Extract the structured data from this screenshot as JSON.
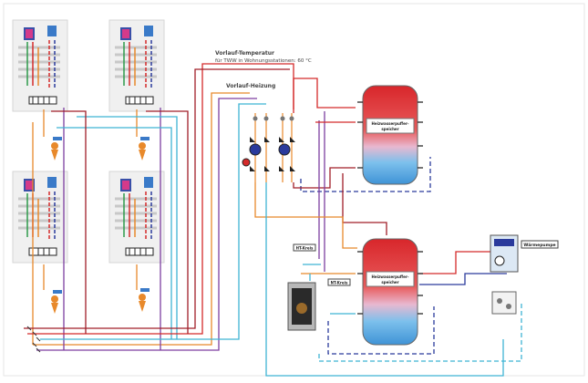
{
  "labels": {
    "vorlauf_temp_line1": "Vorlauf-Temperatur",
    "vorlauf_temp_line2": "für TWW in Wohnungsstationen: 60 °C",
    "vorlauf_heizung": "Vorlauf-Heizung",
    "speicher_top_line1": "Heizwasserpuffer-",
    "speicher_top_line2": "speicher",
    "speicher_bottom_line1": "Heizwasserpuffer-",
    "speicher_bottom_line2": "speicher",
    "kessel_tag_1": "HT-Kreis",
    "kessel_tag_2": "NT-Kreis",
    "waermepumpe": "Wärmepumpe"
  },
  "colors": {
    "red": "#d42a2a",
    "dark_red": "#a01e28",
    "orange": "#e8892b",
    "purple": "#7d3fa0",
    "cyan": "#3fb4d4",
    "dark_blue": "#2a3a9c",
    "green": "#2d9a4a",
    "tank_red": "#e23a3a",
    "tank_blue": "#4aa8e0"
  }
}
